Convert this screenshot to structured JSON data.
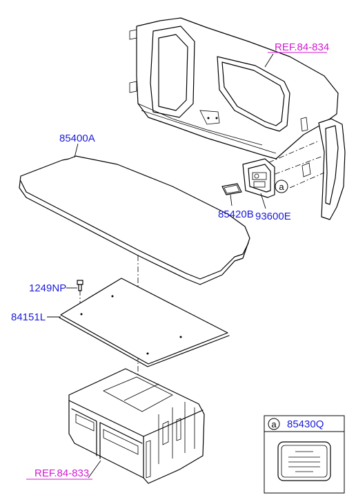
{
  "parts": {
    "board": "85400A",
    "bolt": "1249NP",
    "mat": "84151L",
    "cover": "85420B",
    "panel_switch": "93600E",
    "label_part": "85430Q"
  },
  "refs": {
    "upper": "REF.84-834",
    "lower": "REF.84-833"
  },
  "callout": {
    "letter": "a"
  },
  "colors": {
    "part_label": "#1a1adb",
    "ref_label": "#d21ad2",
    "line": "#000000"
  }
}
